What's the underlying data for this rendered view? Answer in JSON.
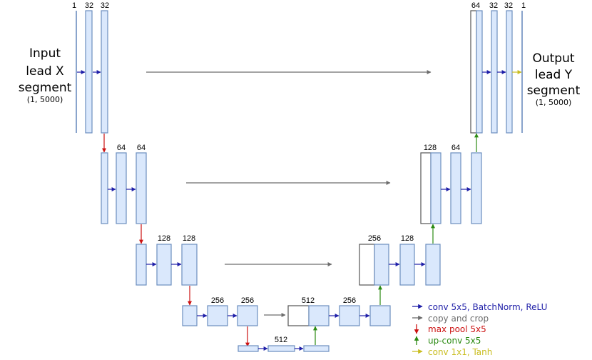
{
  "input": {
    "lines": [
      "Input",
      "lead X",
      "segment"
    ],
    "shape": "(1, 5000)"
  },
  "output": {
    "lines": [
      "Output",
      "lead Y",
      "segment"
    ],
    "shape": "(1, 5000)"
  },
  "channels": {
    "enc1": [
      "1",
      "32",
      "32"
    ],
    "enc2": [
      "64",
      "64"
    ],
    "enc3": [
      "128",
      "128"
    ],
    "enc4": [
      "256",
      "256"
    ],
    "bottleneck": "512",
    "dec4": [
      "512",
      "256"
    ],
    "dec3": [
      "256",
      "128"
    ],
    "dec2": [
      "128",
      "64"
    ],
    "dec1": [
      "64",
      "32",
      "32",
      "1"
    ]
  },
  "legend": [
    {
      "label": "conv 5x5, BatchNorm, ReLU",
      "color": "#1f1fa8",
      "kind": "right"
    },
    {
      "label": "copy and crop",
      "color": "#6d6d6d",
      "kind": "right"
    },
    {
      "label": "max pool 5x5",
      "color": "#cc1111",
      "kind": "down"
    },
    {
      "label": "up-conv 5x5",
      "color": "#2a8a12",
      "kind": "up"
    },
    {
      "label": "conv 1x1, Tanh",
      "color": "#c9bd20",
      "kind": "right"
    }
  ],
  "colors": {
    "conv": "#1f1fa8",
    "copy": "#6d6d6d",
    "pool": "#cc1111",
    "upconv": "#2a8a12",
    "final": "#c9bd20",
    "box_fill": "#dae8fc",
    "box_stroke": "#6c8ebf"
  }
}
